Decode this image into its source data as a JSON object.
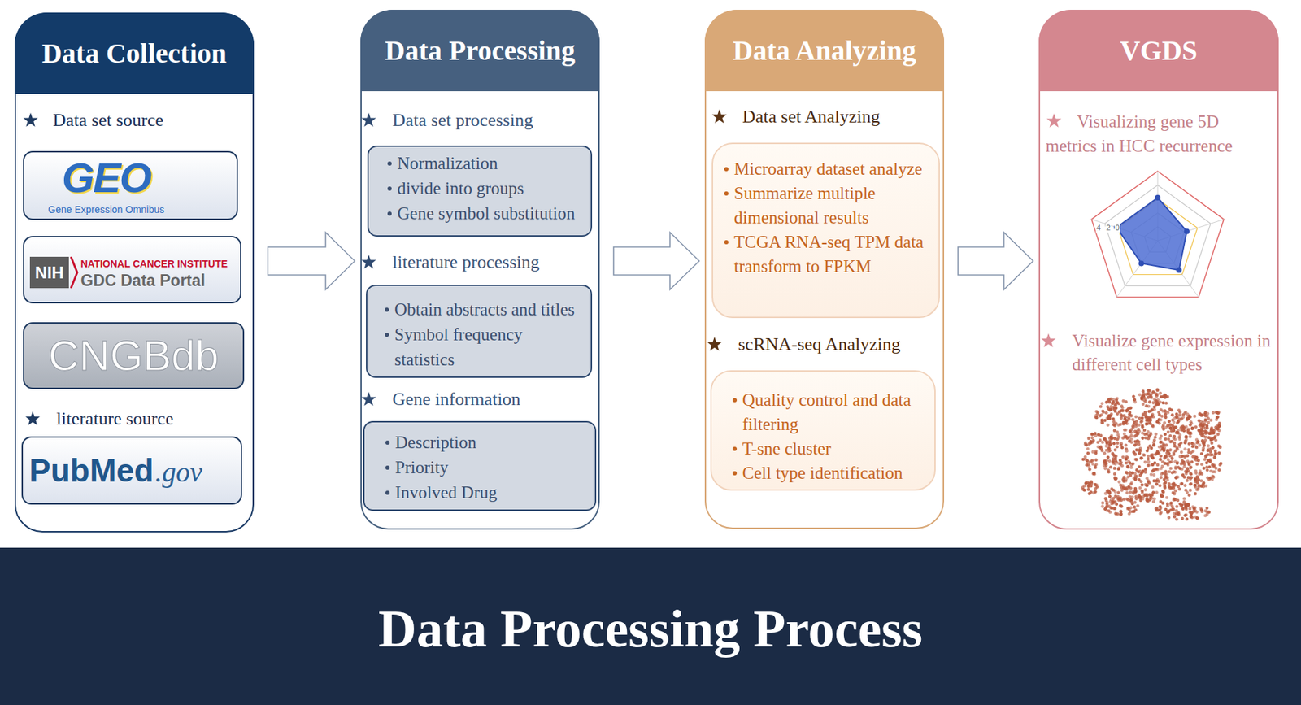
{
  "diagram": {
    "title": "Data Processing Process",
    "nodes": [
      {
        "text": [
          "Data Collection",
          "Data set source",
          "literature source"
        ]
      },
      {
        "text": [
          "GEO",
          "Gene Expression Omnibus"
        ],
        "in": 0
      },
      {
        "text": [
          "NIH",
          "NATIONAL CANCER INSTITUTE",
          "GDC Data Portal"
        ],
        "in": 0
      },
      {
        "text": [
          "CNGBdb"
        ],
        "in": 0
      },
      {
        "text": [
          "PubMed",
          ".gov"
        ],
        "in": 0
      },
      {
        "text": [
          "Data Processing",
          "Data set processing",
          "literature processing",
          "Gene information"
        ]
      },
      {
        "text": [
          "Normalization",
          "divide into groups",
          "Gene symbol substitution"
        ],
        "in": 5
      },
      {
        "text": [
          "Obtain abstracts and titles",
          "Symbol frequency statistics"
        ],
        "in": 5
      },
      {
        "text": [
          "Description",
          "Priority",
          "Involved Drug"
        ],
        "in": 5
      },
      {
        "text": [
          "Data Analyzing",
          "Data set Analyzing",
          "scRNA-seq Analyzing"
        ]
      },
      {
        "text": [
          "Microarray dataset analyze",
          "Summarize multiple dimensional results",
          "TCGA RNA-seq TPM data transform to FPKM"
        ],
        "in": 9
      },
      {
        "text": [
          "Quality control and data filtering",
          "T-sne cluster",
          "Cell type identification"
        ],
        "in": 9
      },
      {
        "text": [
          "VGDS",
          "Visualizing gene 5D metrics in HCC recurrence",
          "Visualize gene expression in different cell types"
        ]
      }
    ],
    "edges": [
      {
        "from": 0,
        "to": 5,
        "arrow": "to"
      },
      {
        "from": 5,
        "to": 9,
        "arrow": "to"
      },
      {
        "from": 9,
        "to": 12,
        "arrow": "to"
      }
    ],
    "labels": [
      "4",
      "2",
      "0"
    ]
  }
}
